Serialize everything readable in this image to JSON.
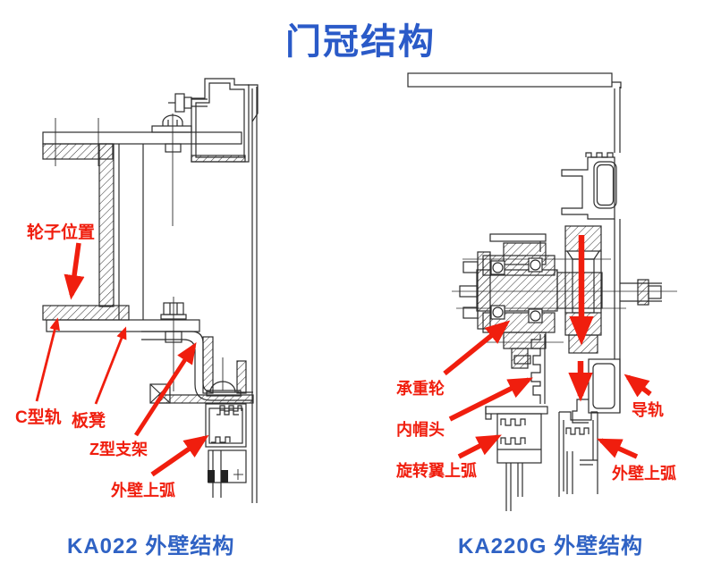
{
  "title": "门冠结构",
  "colors": {
    "accent_blue": "#2a5ac8",
    "label_red": "#f01e0e",
    "line_dark": "#2d2d2d"
  },
  "left_figure": {
    "caption": "KA022 外壁结构",
    "labels": [
      {
        "id": "wheel-position",
        "text": "轮子位置"
      },
      {
        "id": "c-rail",
        "text": "C型轨"
      },
      {
        "id": "bench",
        "text": "板凳"
      },
      {
        "id": "z-bracket",
        "text": "Z型支架"
      },
      {
        "id": "outer-wall-upper-arc",
        "text": "外壁上弧"
      }
    ]
  },
  "right_figure": {
    "caption": "KA220G 外壁结构",
    "labels": [
      {
        "id": "load-bearing-wheel",
        "text": "承重轮"
      },
      {
        "id": "inner-cap-head",
        "text": "内帽头"
      },
      {
        "id": "rotating-wing-upper-arc",
        "text": "旋转翼上弧"
      },
      {
        "id": "guide-rail",
        "text": "导轨"
      },
      {
        "id": "outer-wall-upper-arc",
        "text": "外壁上弧"
      }
    ]
  }
}
